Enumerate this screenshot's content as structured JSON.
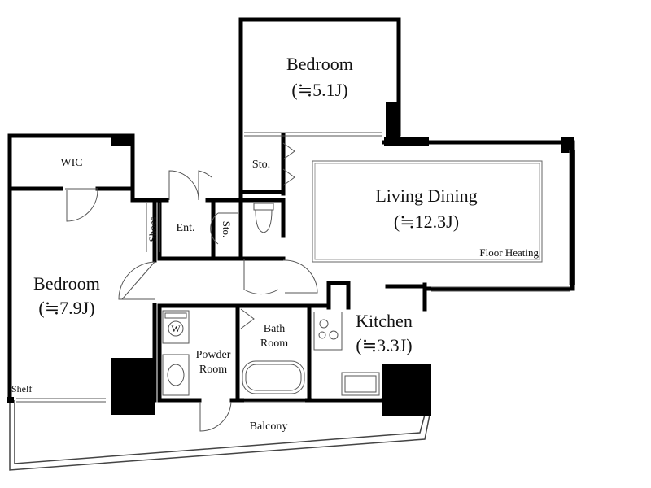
{
  "rooms": {
    "bedroom_top": {
      "name": "Bedroom",
      "size": "(≒5.1J)"
    },
    "wic": {
      "name": "WIC"
    },
    "sto_top": {
      "name": "Sto."
    },
    "living_dining": {
      "name": "Living Dining",
      "size": "(≒12.3J)",
      "note": "Floor Heating"
    },
    "shoes": {
      "name": "Shoes"
    },
    "entrance": {
      "name": "Ent."
    },
    "sto_side": {
      "name": "Sto."
    },
    "bedroom_left": {
      "name": "Bedroom",
      "size": "(≒7.9J)"
    },
    "washer": {
      "name": "W"
    },
    "powder_room": {
      "line1": "Powder",
      "line2": "Room"
    },
    "bath_room": {
      "line1": "Bath",
      "line2": "Room"
    },
    "kitchen": {
      "name": "Kitchen",
      "size": "(≒3.3J)"
    },
    "shelf": {
      "name": "Shelf"
    },
    "balcony": {
      "name": "Balcony"
    }
  },
  "colors": {
    "wall": "#000000",
    "thin_line": "#444444",
    "background": "#ffffff"
  }
}
